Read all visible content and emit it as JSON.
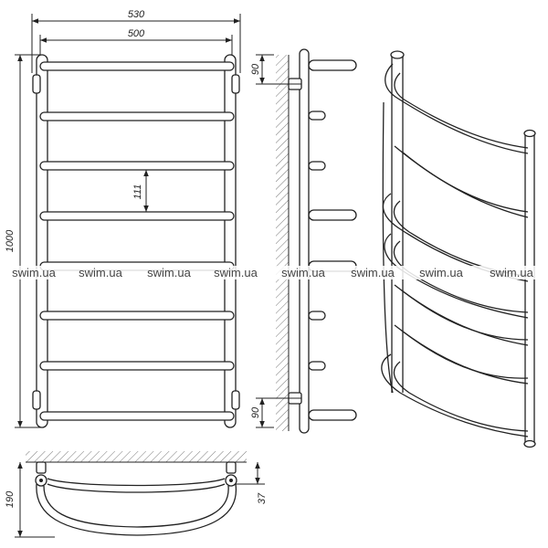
{
  "dimensions": {
    "overall_width": "530",
    "inner_width": "500",
    "height": "1000",
    "bar_spacing": "111",
    "top_offset": "90",
    "bottom_offset": "90",
    "depth": "190",
    "bracket_depth": "37"
  },
  "watermark": {
    "text": "swim.ua",
    "count": 8
  },
  "front_view": {
    "rungs": 8
  }
}
